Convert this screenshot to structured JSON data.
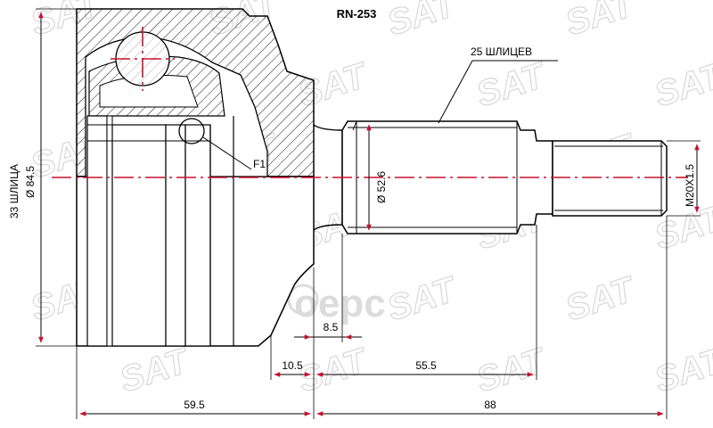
{
  "part_number": "RN-253",
  "watermark_text": "SAT",
  "brand": "оерс",
  "labels": {
    "outer_splines": "25 ШЛИЦЕВ",
    "inner_splines": "33 ШЛИЦА",
    "diameter_housing": "Ø 84.5",
    "diameter_shaft": "Ø 52.6",
    "thread": "M20X1.5",
    "f1": "F1",
    "dim_8_5": "8.5",
    "dim_10_5": "10.5",
    "dim_55_5": "55.5",
    "dim_59_5": "59.5",
    "dim_88": "88"
  },
  "colors": {
    "centerline": "#c8102e",
    "arrow": "#c8102e",
    "ink": "#000000",
    "watermark": "#d8d8d8"
  }
}
